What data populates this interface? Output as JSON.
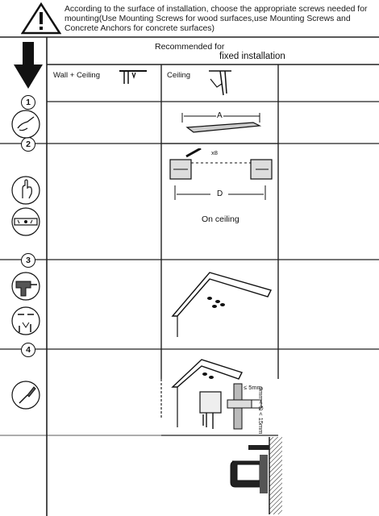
{
  "warning": {
    "icon": "warning-triangle-icon",
    "text": "According to the surface of installation, choose the appropriate screws needed for mounting(Use Mounting Screws for wood surfaces,use Mounting Screws and Concrete Anchors for concrete surfaces)"
  },
  "header": {
    "recommended": "Recommended for",
    "fixed": "fixed installation"
  },
  "columns": {
    "left": "Wall + Ceiling",
    "right": "Ceiling"
  },
  "steps": [
    {
      "number": "1",
      "icon": "pencil-hand-icon"
    },
    {
      "number": "2",
      "icon": "level-tool-icon"
    },
    {
      "number": "3",
      "icon": "drill-icon"
    },
    {
      "number": "4",
      "icon": "screwdriver-icon"
    }
  ],
  "diagram": {
    "dimension_a": "A",
    "screw_count": "x8",
    "dimension_d": "D",
    "caption": "On ceiling",
    "gap_label": "≤ 5mm",
    "screw_depth_label": "9mm< ⦰ < 15mm"
  }
}
